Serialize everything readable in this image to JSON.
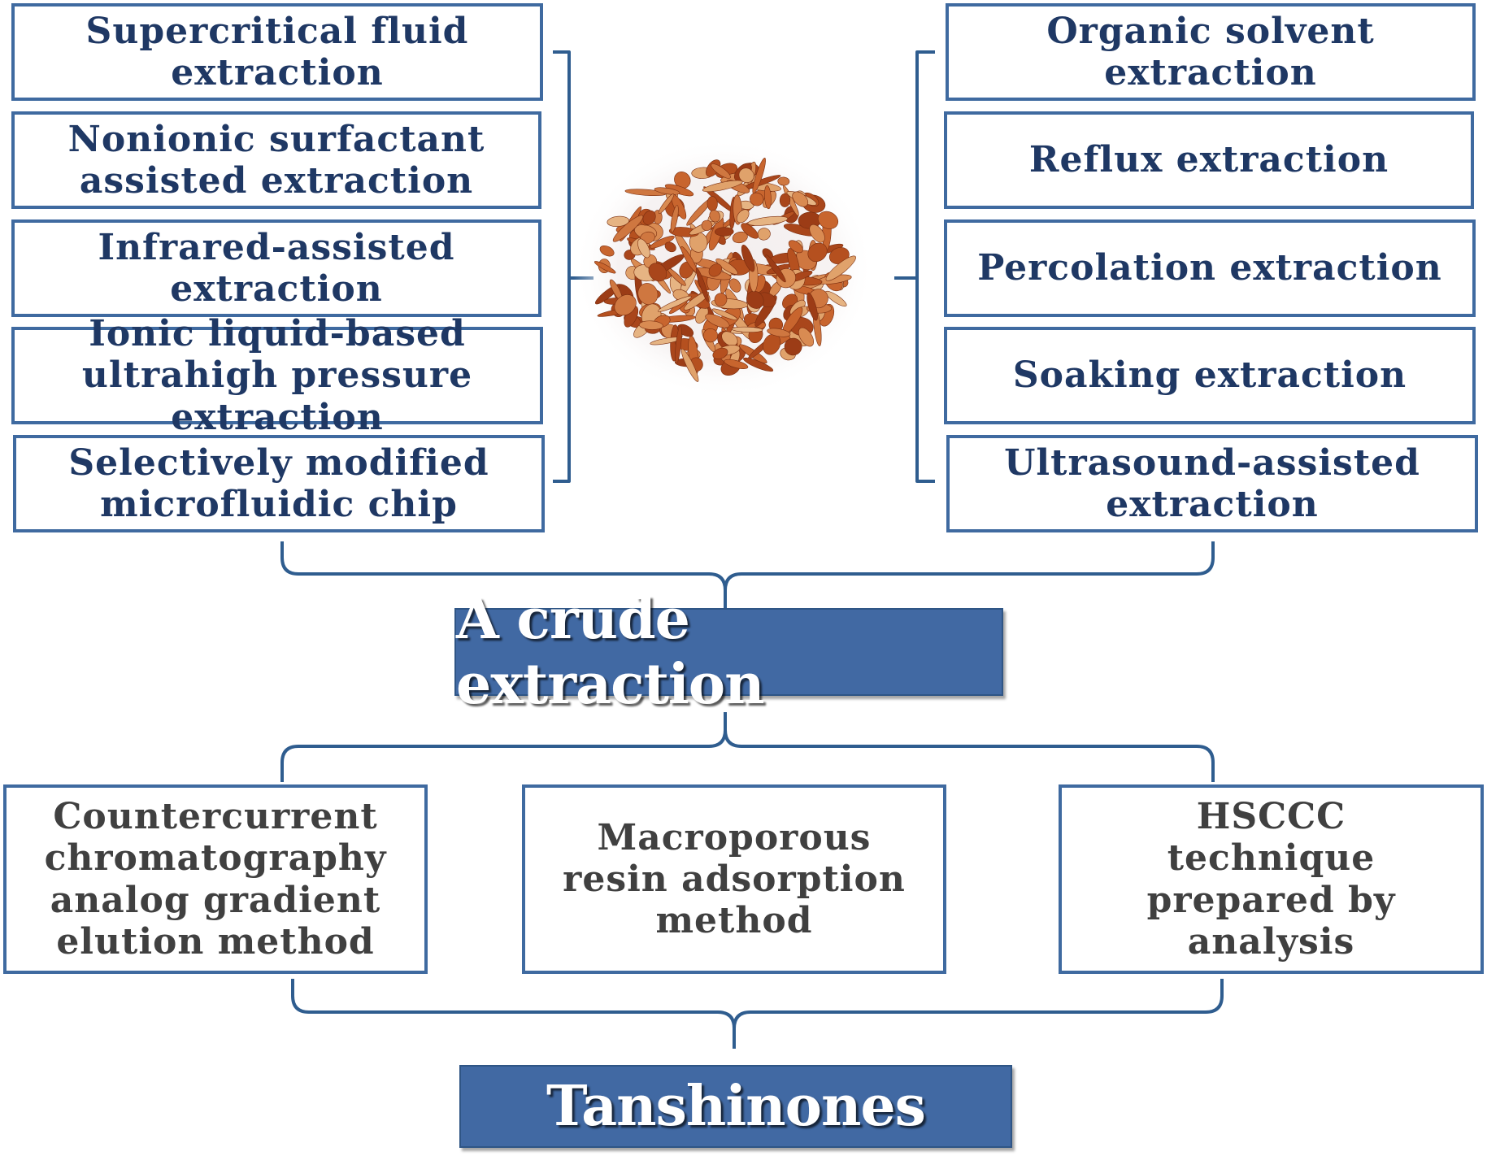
{
  "left_methods": [
    "Supercritical fluid extraction",
    "Nonionic surfactant assisted extraction",
    "Infrared-assisted extraction",
    "Ionic liquid-based ultrahigh pressure extraction",
    "Selectively modified microfluidic chip"
  ],
  "right_methods": [
    "Organic solvent extraction",
    "Reflux extraction",
    "Percolation extraction",
    "Soaking extraction",
    "Ultrasound-assisted extraction"
  ],
  "crude_label": "A crude extraction",
  "purification_methods": [
    "Countercurrent chromatography analog gradient elution method",
    "Macroporous resin adsorption method",
    "HSCCC technique prepared by analysis"
  ],
  "product_label": "Tanshinones",
  "colors": {
    "box_border": "#3f6aa0",
    "text_blue": "#1f3864",
    "text_gray": "#404040",
    "banner": "#4169a3",
    "connector": "#2f5d8f"
  },
  "herb_icon": "dried-root-slices-image"
}
